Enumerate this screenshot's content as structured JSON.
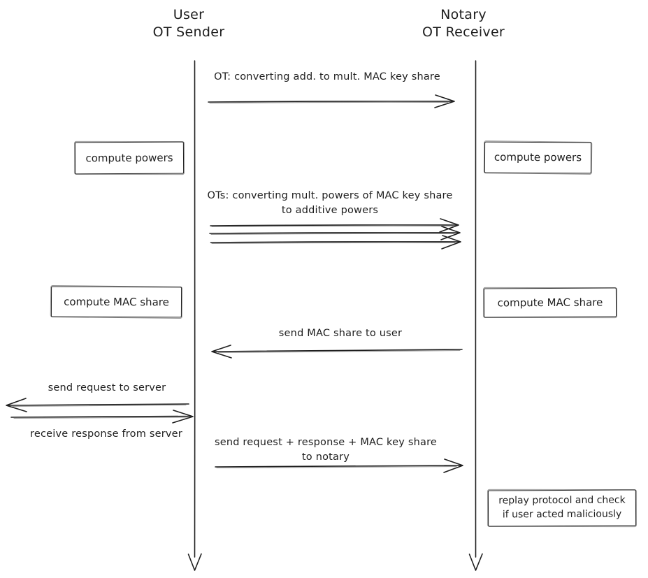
{
  "colors": {
    "stroke": "#1e1e1e",
    "background": "#ffffff"
  },
  "actors": {
    "user": {
      "line1": "User",
      "line2": "OT Sender"
    },
    "notary": {
      "line1": "Notary",
      "line2": "OT Receiver"
    }
  },
  "messages": {
    "ot_convert": {
      "text": "OT: converting add. to mult. MAC key share",
      "direction": "right",
      "arrow_count": 1
    },
    "ots_convert": {
      "line1": "OTs: converting mult. powers of MAC key share",
      "line2": "to additive powers",
      "direction": "right",
      "arrow_count": 3
    },
    "send_mac_share": {
      "text": "send MAC share to user",
      "direction": "left",
      "arrow_count": 1
    },
    "send_request": {
      "text": "send request to server",
      "direction": "left",
      "arrow_count": 1
    },
    "receive_response": {
      "text": "receive response from server",
      "direction": "right",
      "arrow_count": 1
    },
    "send_to_notary": {
      "line1": "send request + response + MAC key share",
      "line2": "to notary",
      "direction": "right",
      "arrow_count": 1
    }
  },
  "boxes": {
    "user_compute_powers": {
      "text": "compute powers"
    },
    "notary_compute_powers": {
      "text": "compute powers"
    },
    "user_compute_mac_share": {
      "text": "compute MAC share"
    },
    "notary_compute_mac_share": {
      "text": "compute MAC share"
    },
    "notary_replay": {
      "line1": "replay protocol and check",
      "line2": "if user acted maliciously"
    }
  }
}
